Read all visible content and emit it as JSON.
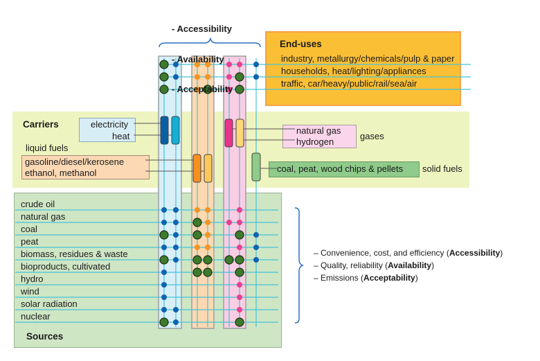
{
  "title_criteria": [
    "- Accessibility",
    "- Availability",
    "- Acceptability"
  ],
  "end_uses": {
    "title": "End-uses",
    "items": [
      "industry, metallurgy/chemicals/pulp & paper",
      "households, heat/lighting/appliances",
      "traffic, car/heavy/public/rail/sea/air"
    ]
  },
  "carriers": {
    "title": "Carriers",
    "electricity": "electricity",
    "heat": "heat",
    "liquid_fuels_label": "liquid fuels",
    "liquid_items": [
      "gasoline/diesel/kerosene",
      "ethanol, methanol"
    ],
    "gas_items": [
      "natural gas",
      "hydrogen"
    ],
    "gases_label": "gases",
    "solid_item": "coal, peat, wood chips & pellets",
    "solid_label": "solid fuels"
  },
  "sources": {
    "title": "Sources",
    "items": [
      "crude oil",
      "natural gas",
      "coal",
      "peat",
      "biomass, residues & waste",
      "bioproducts, cultivated",
      "hydro",
      "wind",
      "solar radiation",
      "nuclear"
    ]
  },
  "criteria_details": [
    {
      "prefix": "– Convenience, cost, and efficiency (",
      "bold": "Accessibility",
      "suffix": ")"
    },
    {
      "prefix": "– Quality, reliability (",
      "bold": "Availability",
      "suffix": ")"
    },
    {
      "prefix": "– Emissions (",
      "bold": "Acceptability",
      "suffix": ")"
    }
  ],
  "colors": {
    "electricity_column": "#d9eff8",
    "liquid_column": "#fdd8b0",
    "gas_column": "#f9cde3",
    "electricity_bar": "#0a5fa3",
    "heat_bar": "#12b0d6",
    "liquid_bar_1": "#f7901e",
    "liquid_bar_2": "#fdc95c",
    "gas_bar_1": "#e8348a",
    "gas_bar_2": "#fdd878",
    "solid_bar": "#8fcb8a",
    "line": "#45c3d6",
    "blue_dot": "#0e64b0",
    "orange_dot": "#f7941d",
    "pink_dot": "#ec3f8f",
    "green_dot": "#3e7a2b"
  },
  "matrix": {
    "columns": [
      "electricity",
      "heat",
      "liquid-1",
      "liquid-2",
      "gas-1",
      "gas-2",
      "solid"
    ],
    "end_use_rows": [
      [
        "G",
        "b",
        "o",
        "o",
        "p",
        "p",
        "b"
      ],
      [
        "G",
        "b",
        "o",
        "o",
        "p",
        "G",
        "b"
      ],
      [
        "G",
        "",
        "o",
        "G",
        "p",
        "G",
        ""
      ]
    ],
    "source_rows": [
      [
        "b",
        "b",
        "o",
        "o",
        "",
        "p",
        ""
      ],
      [
        "b",
        "b",
        "G",
        "o",
        "p",
        "p",
        ""
      ],
      [
        "G",
        "b",
        "G",
        "o",
        "",
        "G",
        "b"
      ],
      [
        "b",
        "b",
        "o",
        "o",
        "",
        "p",
        "b"
      ],
      [
        "G",
        "b",
        "G",
        "G",
        "G",
        "G",
        "b"
      ],
      [
        "b",
        "",
        "G",
        "G",
        "",
        "G",
        ""
      ],
      [
        "b",
        "",
        "",
        "",
        "",
        "p",
        ""
      ],
      [
        "b",
        "",
        "",
        "",
        "",
        "p",
        ""
      ],
      [
        "b",
        "b",
        "",
        "",
        "",
        "p",
        ""
      ],
      [
        "G",
        "b",
        "",
        "",
        "",
        "G",
        ""
      ]
    ]
  }
}
